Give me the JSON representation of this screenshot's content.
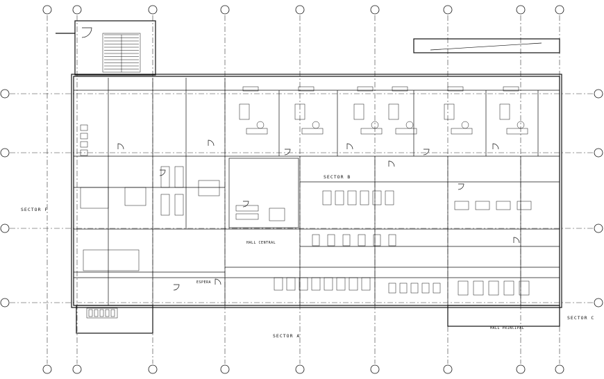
{
  "sectors": {
    "f": "SECTOR F",
    "b": "SECTOR B",
    "a": "SECTOR A",
    "c": "SECTOR C"
  },
  "rooms": {
    "sala_espera": "ESPERA",
    "hall_central": "HALL CENTRAL",
    "hall_principal": "HALL PRINCIPAL"
  },
  "colors": {
    "line": "#111111",
    "axis": "#333333",
    "background": "#ffffff"
  }
}
